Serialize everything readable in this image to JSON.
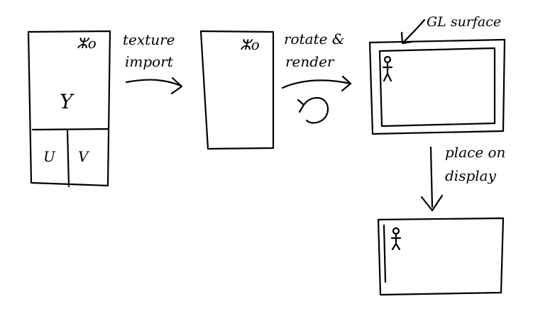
{
  "labels": {
    "texture_import": [
      "texture",
      "import"
    ],
    "rotate_render": [
      "rotate &",
      "render"
    ],
    "gl_surface": "GL surface",
    "place_on_display": [
      "place on",
      "display"
    ]
  },
  "frame1": {
    "y_plane": "Y",
    "u_plane": "U",
    "v_plane": "V",
    "corner_mark": "ⵣo"
  },
  "frame2": {
    "corner_mark": "ⵣo"
  }
}
